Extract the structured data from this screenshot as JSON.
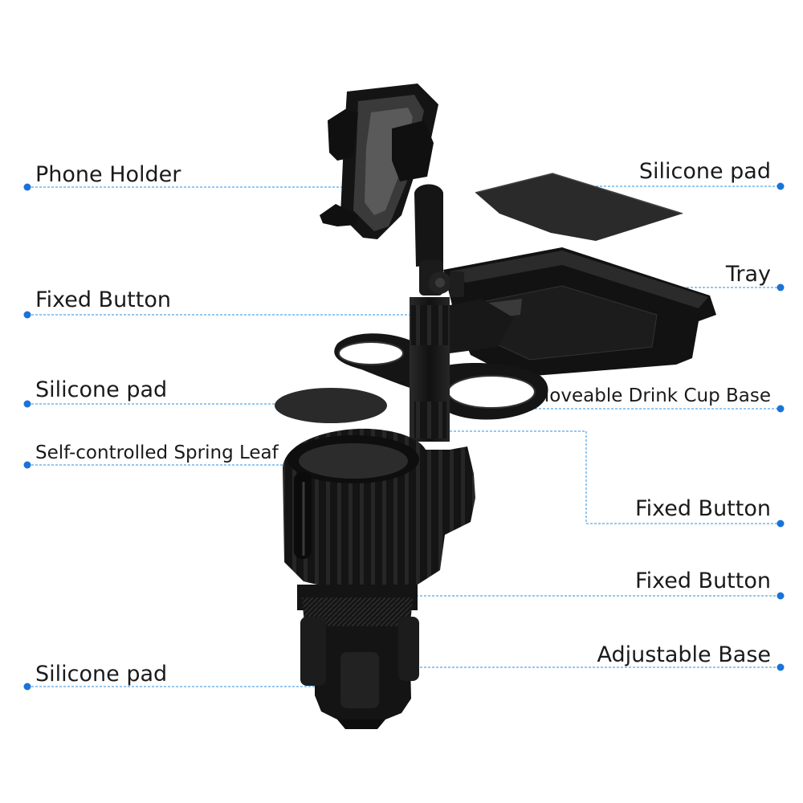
{
  "labels": {
    "phone_holder": "Phone Holder",
    "silicone_pad_top": "Silicone pad",
    "tray": "Tray",
    "fixed_button_1": "Fixed Button",
    "silicone_pad_mid": "Silicone pad",
    "moveable_cup_base": "Moveable Drink Cup Base",
    "spring_leaf": "Self-controlled Spring Leaf",
    "fixed_button_2": "Fixed Button",
    "fixed_button_3": "Fixed Button",
    "adjustable_base": "Adjustable Base",
    "silicone_pad_bottom": "Silicone pad"
  },
  "colors": {
    "leader_line": "#2b8fe0",
    "dot": "#1a73d9",
    "product": "#141414",
    "product_highlight": "#3a3a3a",
    "pad": "#2a2a2a"
  }
}
